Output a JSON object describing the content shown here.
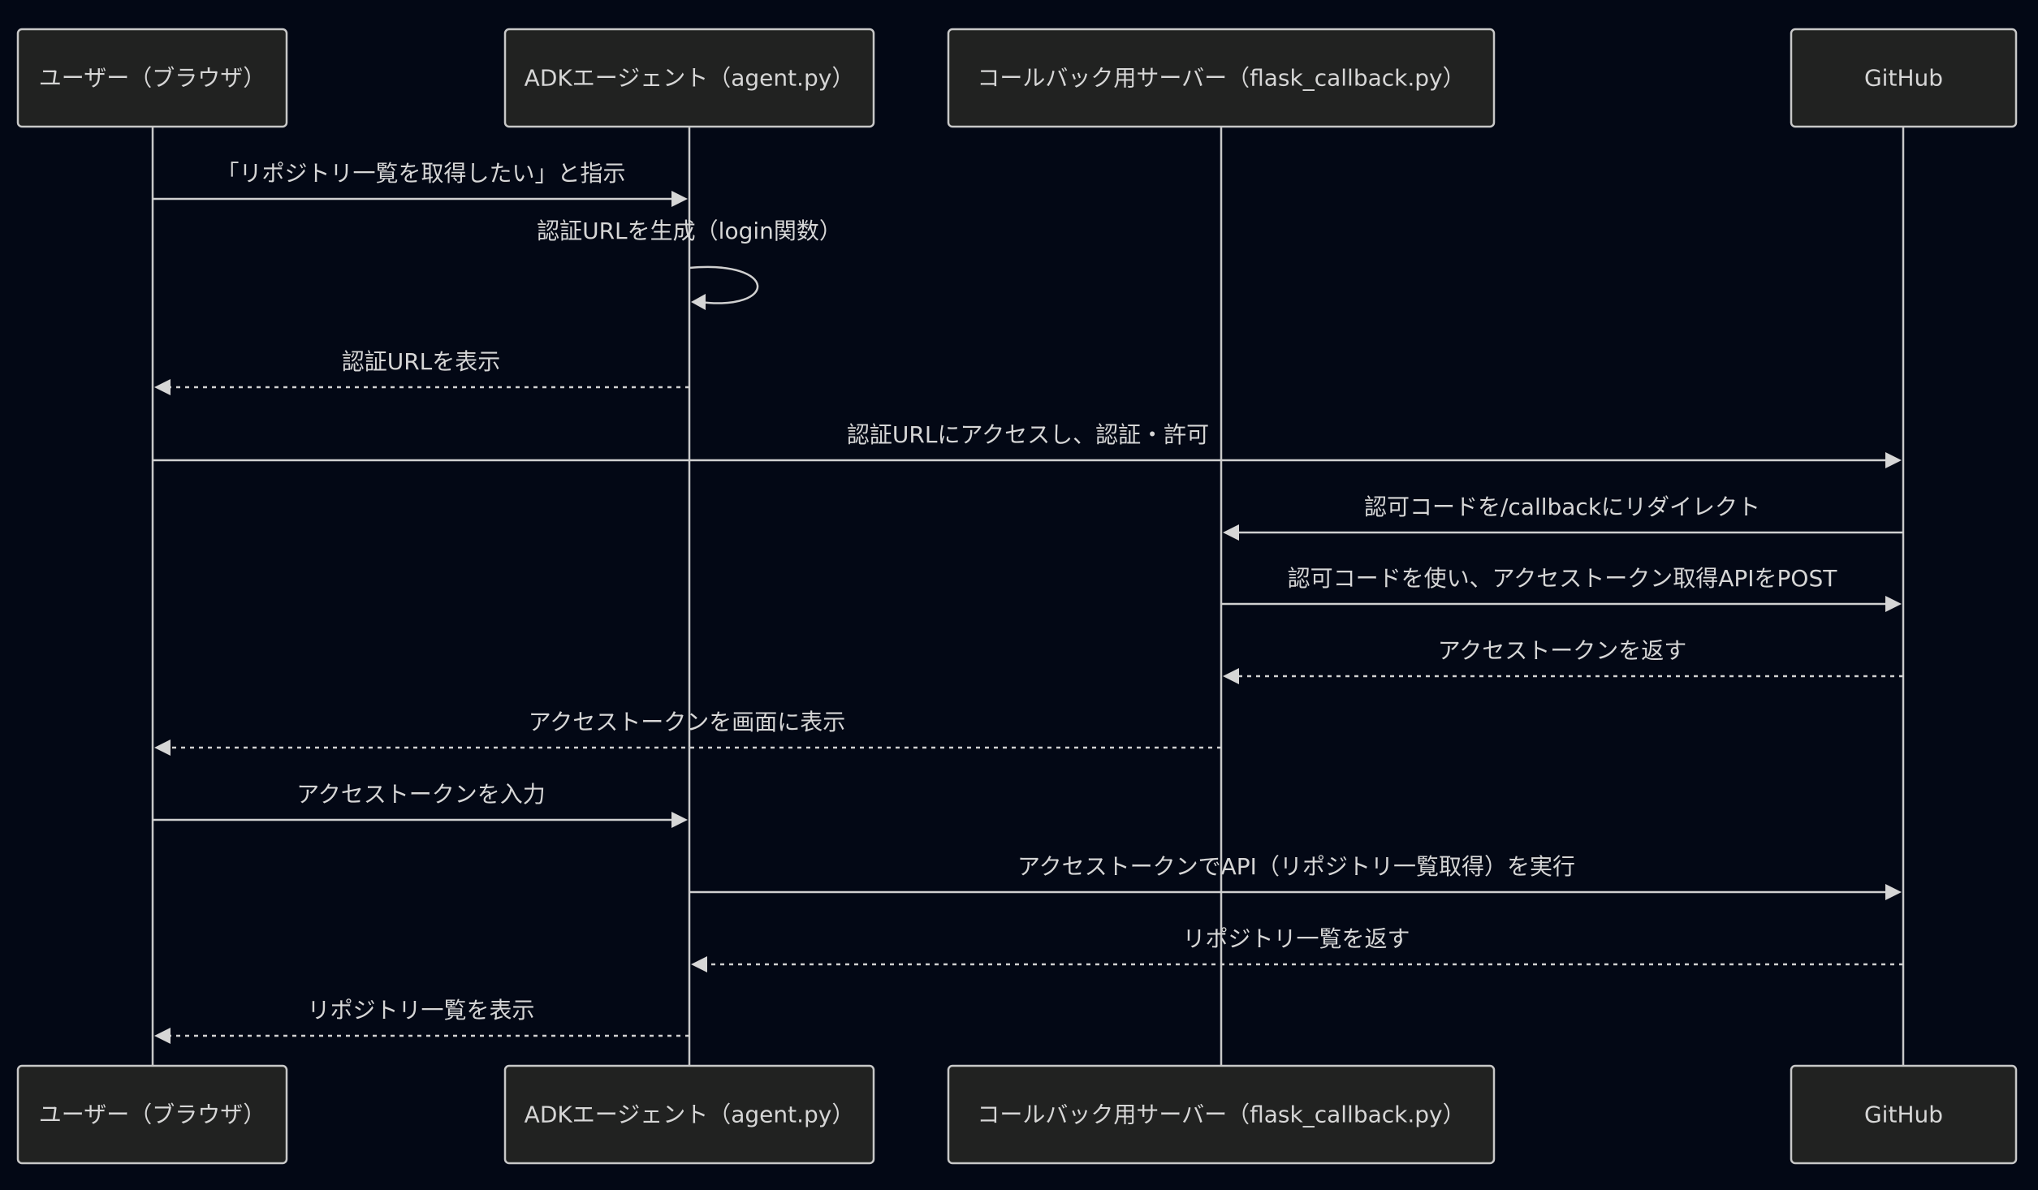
{
  "diagram": {
    "type": "sequence",
    "colors": {
      "background": "#030815",
      "actor_fill": "#212221",
      "actor_border": "#c8c8c8",
      "line": "#d0d0d0",
      "text": "#d6d6d6"
    },
    "participants": [
      {
        "id": "user",
        "label": "ユーザー（ブラウザ）"
      },
      {
        "id": "agent",
        "label": "ADKエージェント（agent.py）"
      },
      {
        "id": "callback",
        "label": "コールバック用サーバー（flask_callback.py）"
      },
      {
        "id": "github",
        "label": "GitHub"
      }
    ],
    "messages": [
      {
        "from": "user",
        "to": "agent",
        "style": "solid",
        "label": "「リポジトリ一覧を取得したい」と指示"
      },
      {
        "from": "agent",
        "to": "agent",
        "style": "solid",
        "label": "認証URLを生成（login関数）"
      },
      {
        "from": "agent",
        "to": "user",
        "style": "dashed",
        "label": "認証URLを表示"
      },
      {
        "from": "user",
        "to": "github",
        "style": "solid",
        "label": "認証URLにアクセスし、認証・許可"
      },
      {
        "from": "github",
        "to": "callback",
        "style": "solid",
        "label": "認可コードを/callbackにリダイレクト"
      },
      {
        "from": "callback",
        "to": "github",
        "style": "solid",
        "label": "認可コードを使い、アクセストークン取得APIをPOST"
      },
      {
        "from": "github",
        "to": "callback",
        "style": "dashed",
        "label": "アクセストークンを返す"
      },
      {
        "from": "callback",
        "to": "user",
        "style": "dashed",
        "label": "アクセストークンを画面に表示"
      },
      {
        "from": "user",
        "to": "agent",
        "style": "solid",
        "label": "アクセストークンを入力"
      },
      {
        "from": "agent",
        "to": "github",
        "style": "solid",
        "label": "アクセストークンでAPI（リポジトリ一覧取得）を実行"
      },
      {
        "from": "github",
        "to": "agent",
        "style": "dashed",
        "label": "リポジトリ一覧を返す"
      },
      {
        "from": "agent",
        "to": "user",
        "style": "dashed",
        "label": "リポジトリ一覧を表示"
      }
    ]
  }
}
